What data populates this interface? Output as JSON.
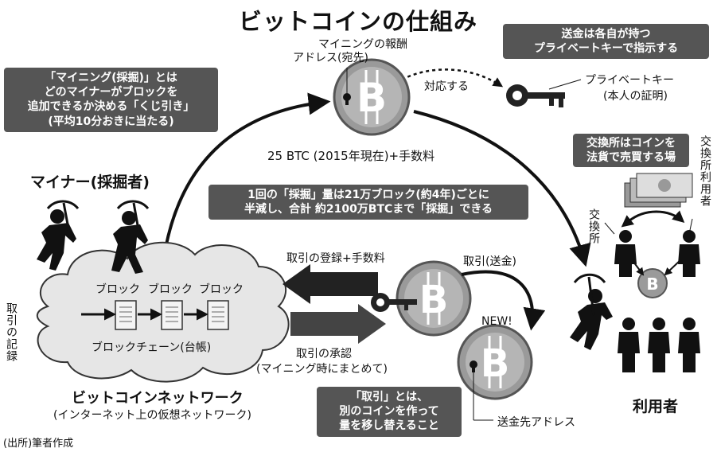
{
  "title": "ビットコインの仕組み",
  "boxes": {
    "mining_def": [
      "「マイニング(採掘)」とは",
      "どのマイナーがブロックを",
      "追加できるか決める「くじ引き」",
      "(平均10分おきに当たる)"
    ],
    "private_key_box": [
      "送金は各自が持つ",
      "プライベートキーで指示する"
    ],
    "exchange_box": [
      "交換所はコインを",
      "法貨で売買する場"
    ],
    "halving": [
      "1回の「採掘」量は21万ブロック(約4年)ごとに",
      "半減し、合計 約2100万BTCまで「採掘」できる"
    ],
    "transaction_def": [
      "「取引」とは、",
      "別のコインを作って",
      "量を移し替えること"
    ]
  },
  "labels": {
    "address": "アドレス(宛先)",
    "mining_reward": "マイニングの報酬",
    "corresponds": "対応する",
    "private_key": "プライベートキー",
    "identity_proof": "(本人の証明)",
    "reward_amount": "25 BTC (2015年現在)+手数料",
    "miners": "マイナー(採掘者)",
    "register": "取引の登録+手数料",
    "send": "取引(送金)",
    "new": "NEW!",
    "block1": "ブロック",
    "block2": "ブロック",
    "block3": "ブロック",
    "blockchain": "ブロックチェーン(台帳)",
    "approval": "取引の承認",
    "approval_sub": "(マイニング時にまとめて)",
    "network": "ビットコインネットワーク",
    "network_sub": "(インターネット上の仮想ネットワーク)",
    "recipient_address": "送金先アドレス",
    "users": "利用者",
    "source": "(出所)筆者作成",
    "exchange_v": "交換所",
    "exchange_users_v": "交換所利用者",
    "tx_record_v": "取引の記録"
  },
  "icons": [
    "bitcoin-coin-icon",
    "key-icon",
    "miner-pickaxe-icon",
    "person-icon",
    "cash-stack-icon",
    "document-icon",
    "cloud-icon"
  ]
}
